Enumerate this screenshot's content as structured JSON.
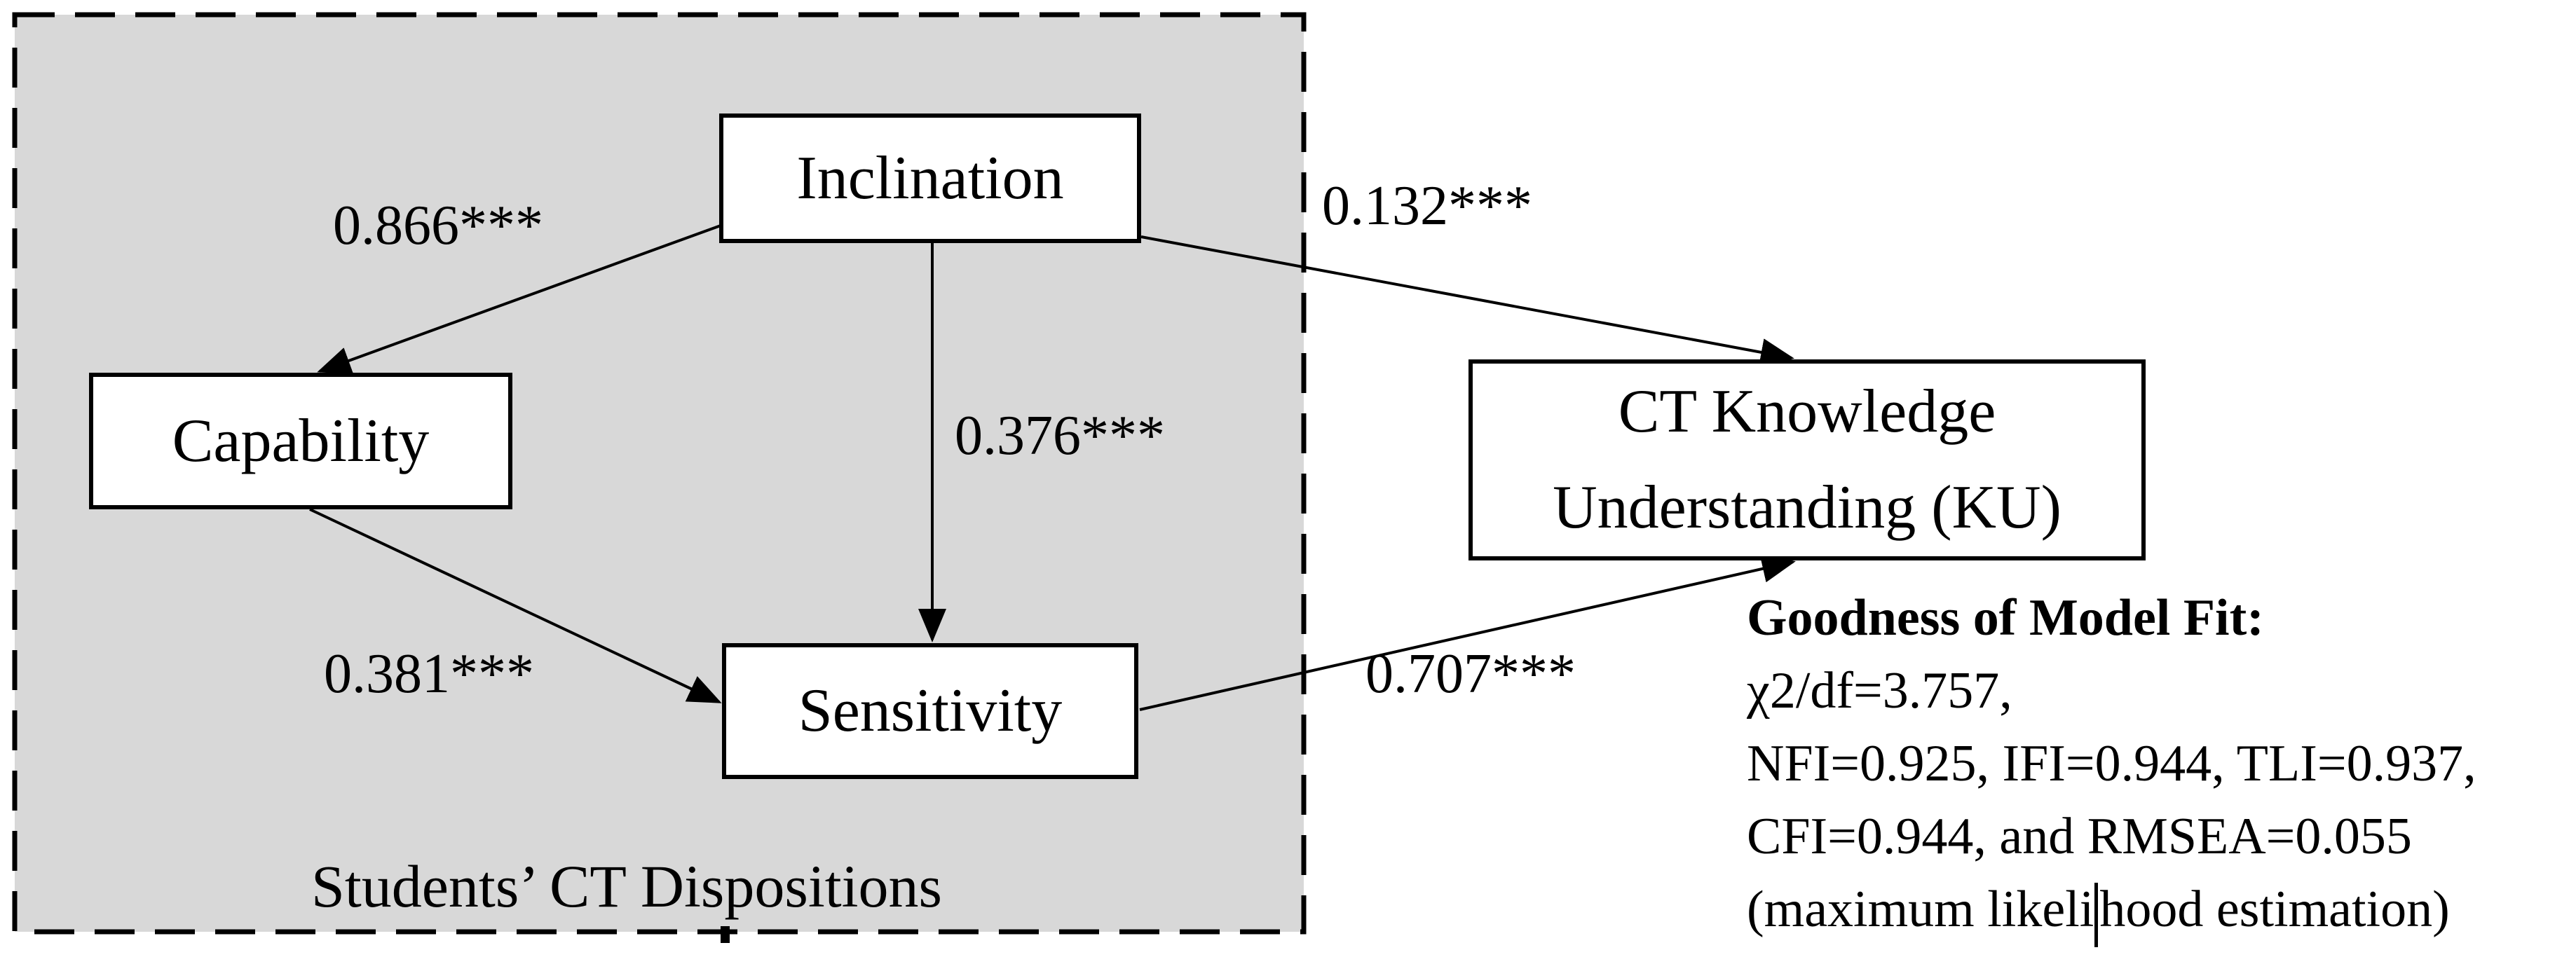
{
  "group": {
    "label": "Students’ CT Dispositions",
    "fill": "#d8d8d8",
    "border_color": "#000000"
  },
  "nodes": {
    "inclination": {
      "label": "Inclination"
    },
    "capability": {
      "label": "Capability"
    },
    "sensitivity": {
      "label": "Sensitivity"
    },
    "ku": {
      "label_line1": "CT Knowledge",
      "label_line2": "Understanding (KU)"
    }
  },
  "paths": [
    {
      "from": "Inclination",
      "to": "Capability",
      "coefficient": "0.866***"
    },
    {
      "from": "Inclination",
      "to": "Sensitivity",
      "coefficient": "0.376***"
    },
    {
      "from": "Capability",
      "to": "Sensitivity",
      "coefficient": "0.381***"
    },
    {
      "from": "Inclination",
      "to": "CT Knowledge Understanding (KU)",
      "coefficient": "0.132***"
    },
    {
      "from": "Sensitivity",
      "to": "CT Knowledge Understanding (KU)",
      "coefficient": "0.707***"
    }
  ],
  "fit": {
    "title": "Goodness of Model Fit:",
    "chi_line": "χ2/df=3.757,",
    "nfi_line": "NFI=0.925, IFI=0.944, TLI=0.937,",
    "cfi_line": "CFI=0.944, and RMSEA=0.055",
    "ml_line_before_cursor": "(maximum likeli",
    "ml_line_after_cursor": "hood estimation)"
  },
  "colors": {
    "line": "#000000",
    "node_fill": "#ffffff",
    "node_border": "#000000",
    "background": "#ffffff"
  }
}
